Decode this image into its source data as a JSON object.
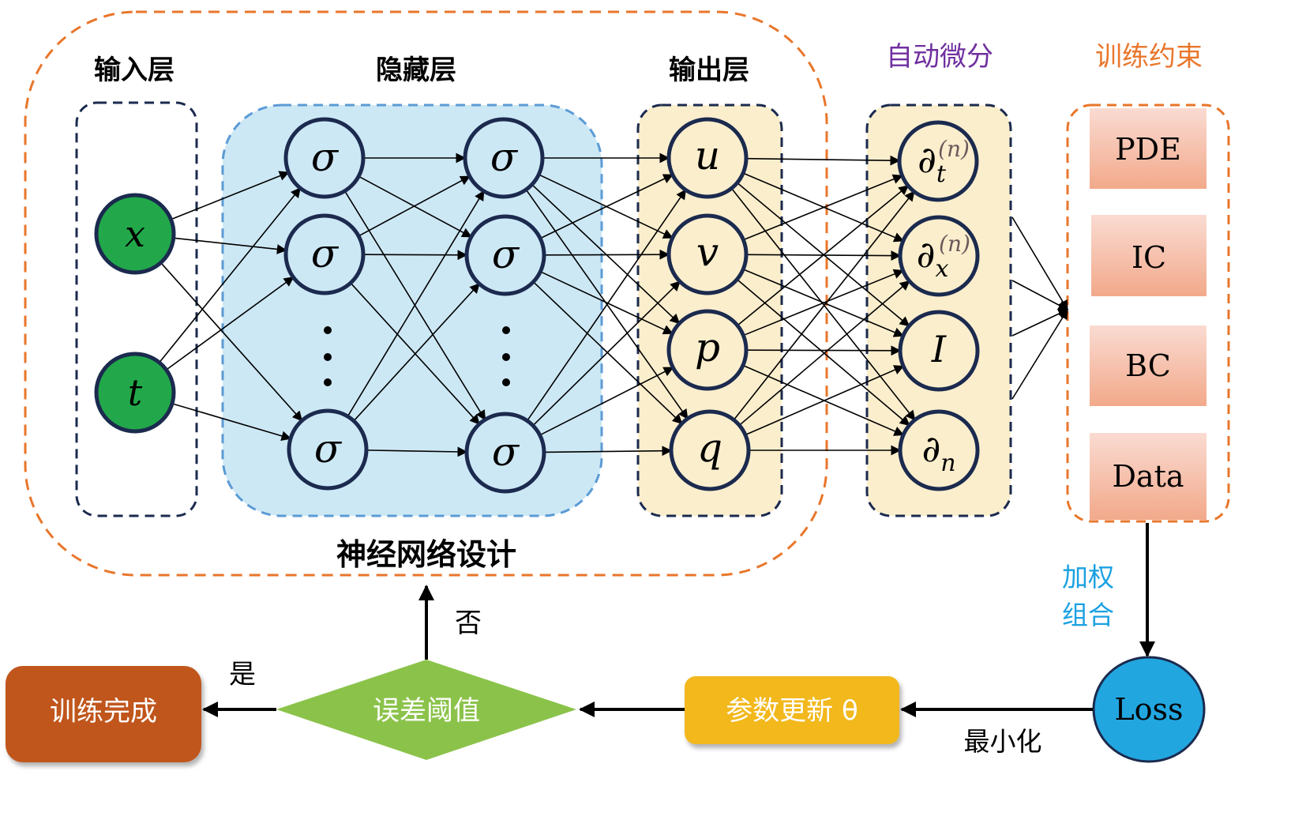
{
  "title": "PINN training workflow",
  "sections": {
    "input_layer": "输入层",
    "hidden_layer": "隐藏层",
    "output_layer": "输出层",
    "auto_diff": "自动微分",
    "training_constraints": "训练约束",
    "nn_design": "神经网络设计"
  },
  "input_nodes": [
    "x",
    "t"
  ],
  "hidden_layers": [
    {
      "nodes": [
        "σ",
        "σ",
        "σ"
      ],
      "ellipsis": "⋮"
    },
    {
      "nodes": [
        "σ",
        "σ",
        "σ"
      ],
      "ellipsis": "⋮"
    }
  ],
  "output_nodes": [
    "u",
    "v",
    "p",
    "q"
  ],
  "autodiff_nodes": [
    {
      "base": "∂",
      "sub": "t",
      "sup": "(n)"
    },
    {
      "base": "∂",
      "sub": "x",
      "sup": "(n)"
    },
    {
      "base": "I",
      "sub": "",
      "sup": ""
    },
    {
      "base": "∂",
      "sub": "n",
      "sup": ""
    }
  ],
  "constraints": [
    "PDE",
    "IC",
    "BC",
    "Data"
  ],
  "flow": {
    "weighted_combination_line1": "加权",
    "weighted_combination_line2": "组合",
    "loss": "Loss",
    "minimize": "最小化",
    "param_update": "参数更新 θ",
    "error_threshold": "误差阈值",
    "yes": "是",
    "no": "否",
    "training_done": "训练完成"
  },
  "colors": {
    "orange_dash": "#E9762B",
    "navy": "#1B2A4E",
    "hidden_fill": "#CDE8F5",
    "hidden_dash": "#5B9BD5",
    "output_fill": "#FBEECD",
    "input_node": "#22A84A",
    "purple": "#7030A0",
    "constraint_title": "#E9762B",
    "constraint_top": "#FADBD2",
    "constraint_bottom": "#F2A98A",
    "weighted_text": "#1BA1E2",
    "loss_fill": "#22A6E0",
    "param_fill": "#F2B81A",
    "decision_fill": "#8BC34A",
    "done_fill": "#C0561E"
  }
}
